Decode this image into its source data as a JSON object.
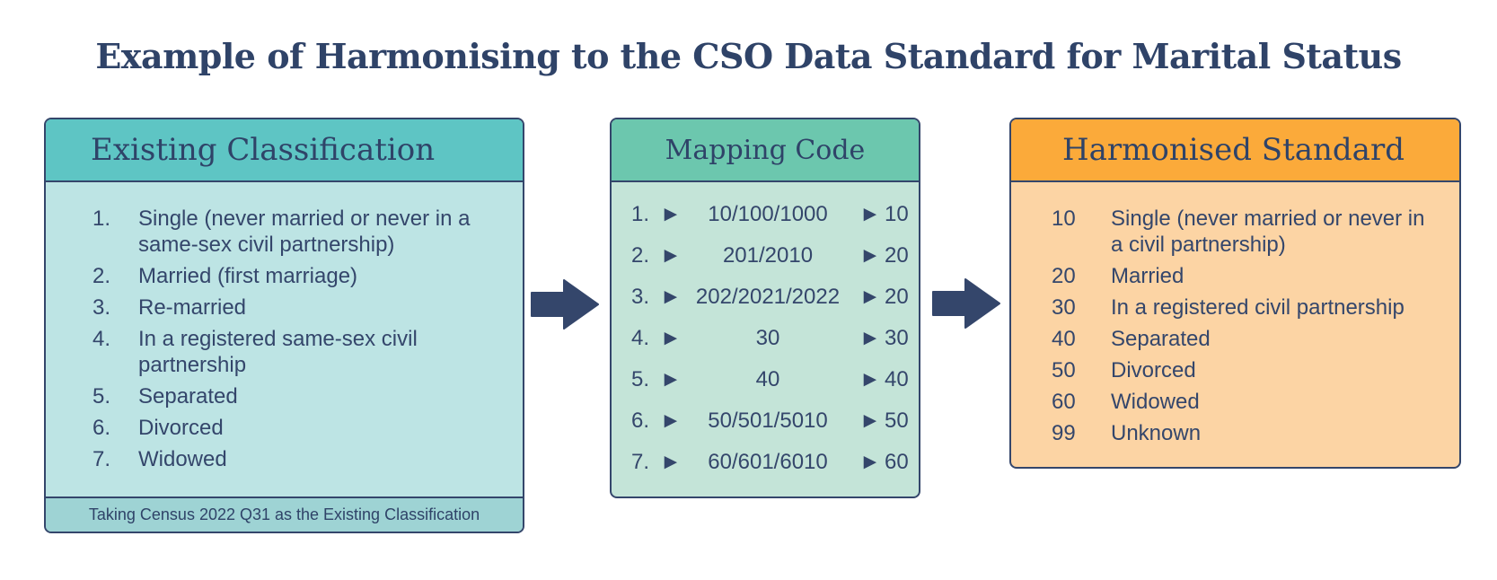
{
  "title": "Example of Harmonising to the CSO Data Standard for Marital Status",
  "existing": {
    "header": "Existing Classification",
    "items": [
      {
        "num": "1.",
        "text": "Single (never married or never in a same-sex civil partnership)"
      },
      {
        "num": "2.",
        "text": "Married (first marriage)"
      },
      {
        "num": "3.",
        "text": "Re-married"
      },
      {
        "num": "4.",
        "text": "In a registered same-sex civil partnership"
      },
      {
        "num": "5.",
        "text": "Separated"
      },
      {
        "num": "6.",
        "text": "Divorced"
      },
      {
        "num": "7.",
        "text": "Widowed"
      }
    ],
    "footer": "Taking Census 2022 Q31 as the Existing Classification"
  },
  "mapping": {
    "header": "Mapping Code",
    "arrow_glyph": "►",
    "rows": [
      {
        "num": "1.",
        "code": "10/100/1000",
        "result": "10"
      },
      {
        "num": "2.",
        "code": "201/2010",
        "result": "20"
      },
      {
        "num": "3.",
        "code": "202/2021/2022",
        "result": "20"
      },
      {
        "num": "4.",
        "code": "30",
        "result": "30"
      },
      {
        "num": "5.",
        "code": "40",
        "result": "40"
      },
      {
        "num": "6.",
        "code": "50/501/5010",
        "result": "50"
      },
      {
        "num": "7.",
        "code": "60/601/6010",
        "result": "60"
      }
    ]
  },
  "harmonised": {
    "header": "Harmonised Standard",
    "items": [
      {
        "code": "10",
        "text": "Single (never married or never in a civil partnership)"
      },
      {
        "code": "20",
        "text": "Married"
      },
      {
        "code": "30",
        "text": "In a registered civil partnership"
      },
      {
        "code": "40",
        "text": "Separated"
      },
      {
        "code": "50",
        "text": "Divorced"
      },
      {
        "code": "60",
        "text": "Widowed"
      },
      {
        "code": "99",
        "text": "Unknown"
      }
    ]
  },
  "colors": {
    "text": "#34466b",
    "existing_header": "#5ec5c4",
    "existing_body": "#bde4e4",
    "existing_footer": "#9ed3d4",
    "mapping_header": "#6cc7ae",
    "mapping_body": "#c4e4d8",
    "harmonised_header": "#fbaa3a",
    "harmonised_body": "#fcd4a4",
    "arrow": "#34466b"
  },
  "icons": {
    "flow_arrow": "right-arrow-icon"
  }
}
